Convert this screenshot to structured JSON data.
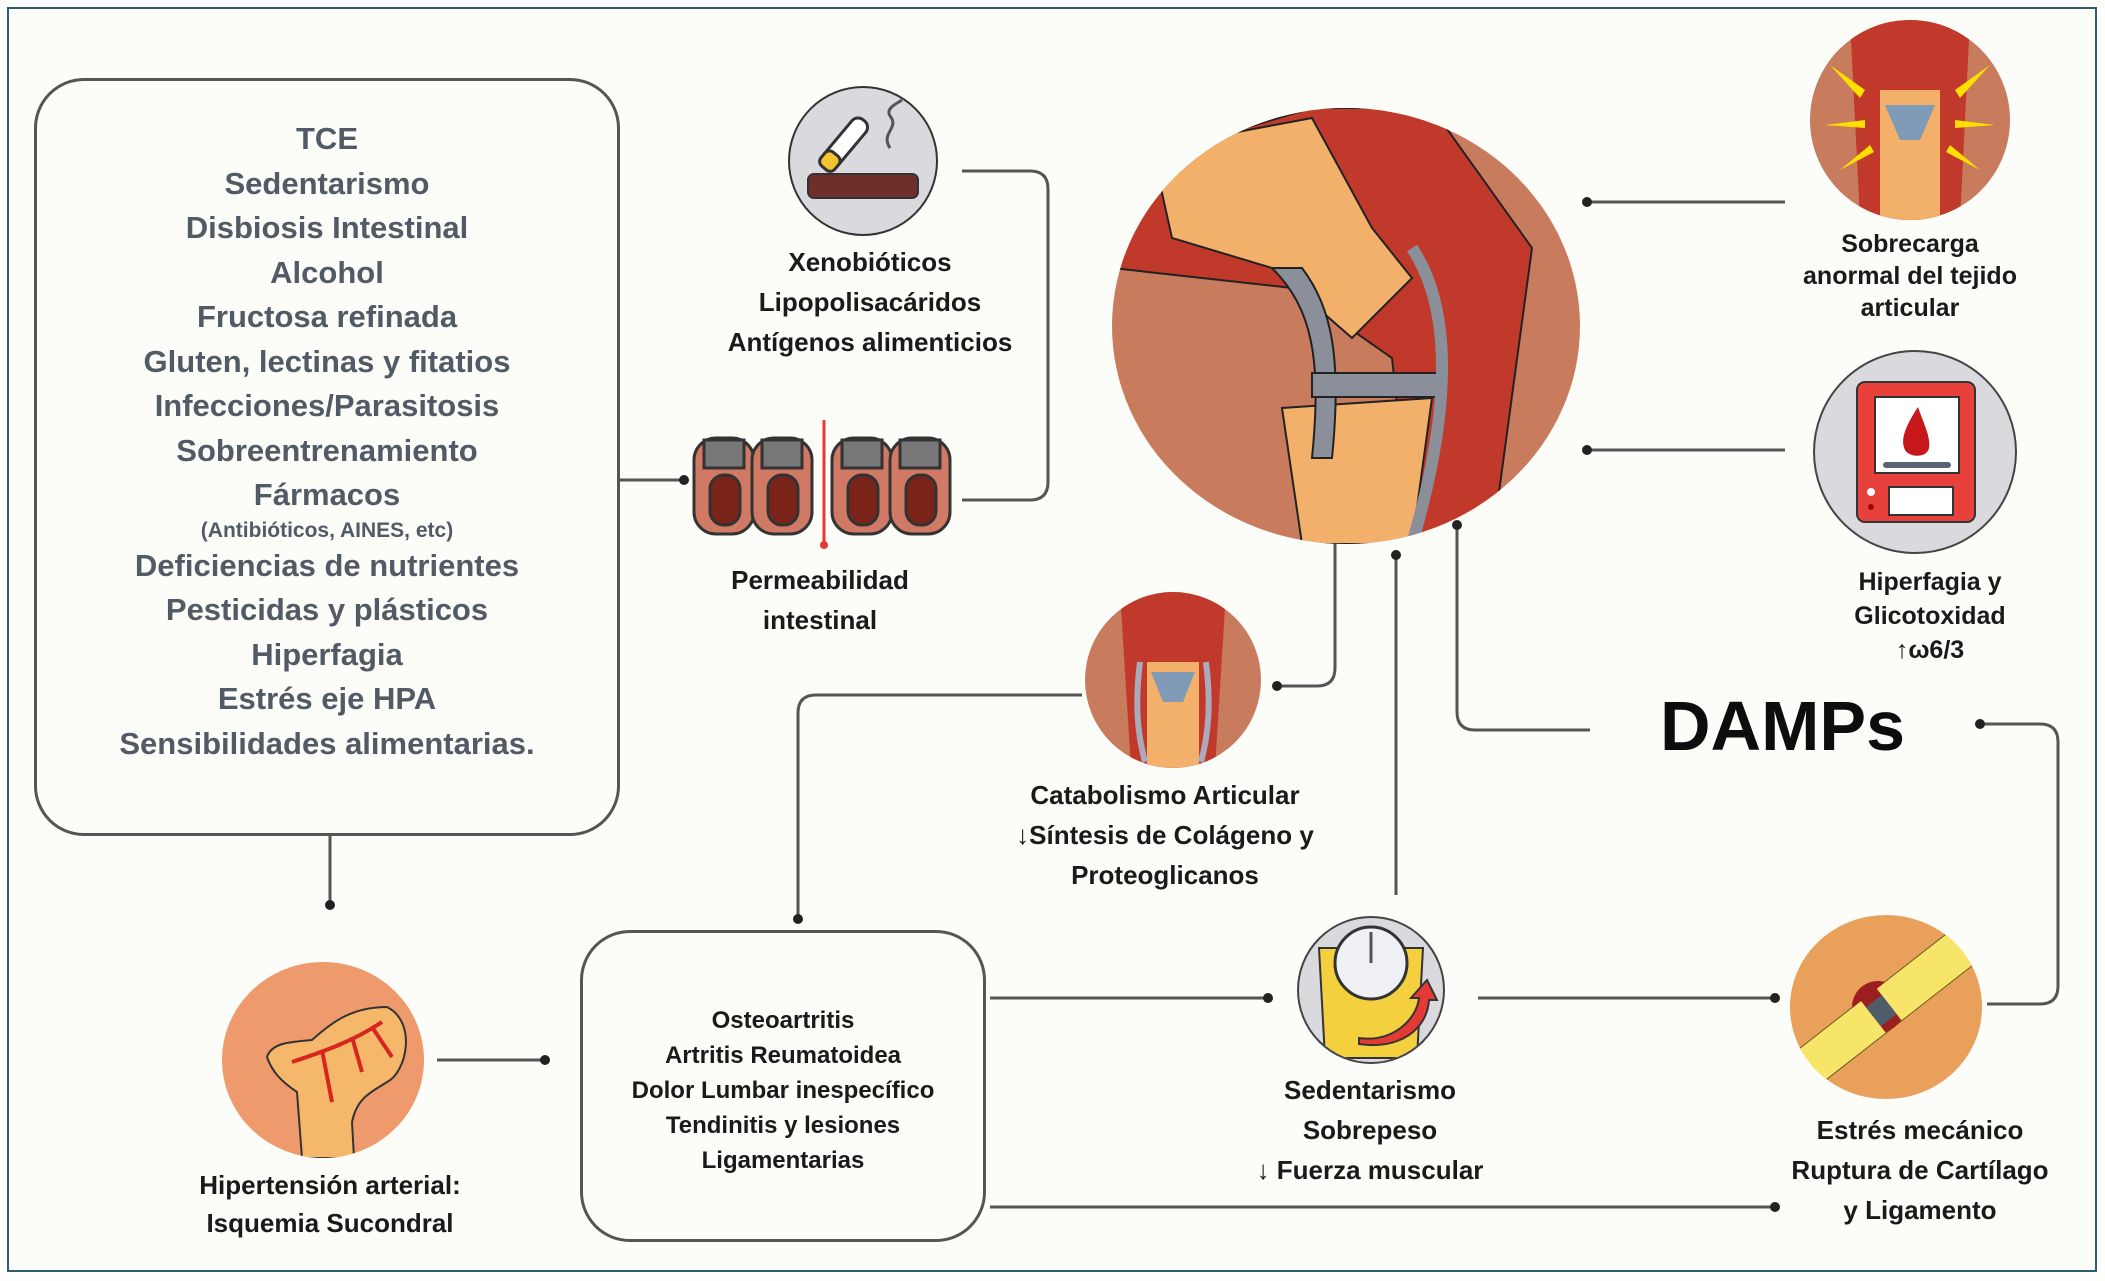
{
  "diagram": {
    "risk_factors": [
      "TCE",
      "Sedentarismo",
      "Disbiosis Intestinal",
      "Alcohol",
      "Fructosa refinada",
      "Gluten, lectinas y fitatios",
      "Infecciones/Parasitosis",
      "Sobreentrenamiento",
      "Fármacos",
      "(Antibióticos, AINES, etc)",
      "Deficiencias de nutrientes",
      "Pesticidas y plásticos",
      "Hiperfagia",
      "Estrés eje HPA",
      "Sensibilidades alimentarias."
    ],
    "xenobiotics": {
      "icon": "ashtray-cigarette-icon",
      "lines": [
        "Xenobióticos",
        "Lipopolisacáridos",
        "Antígenos alimenticios"
      ]
    },
    "permeability": {
      "icon": "intestinal-cells-icon",
      "lines": [
        "Permeabilidad",
        "intestinal"
      ]
    },
    "central_image": {
      "icon": "knee-joint-illustration"
    },
    "overload": {
      "icon": "knee-overload-icon",
      "lines": [
        "Sobrecarga",
        "anormal del tejido",
        "articular"
      ]
    },
    "hyperphagia": {
      "icon": "oven-blood-drop-icon",
      "lines": [
        "Hiperfagia y",
        "Glicotoxidad",
        "↑ω6/3"
      ]
    },
    "damps": {
      "label": "DAMPs"
    },
    "catabolism": {
      "icon": "knee-front-icon",
      "lines": [
        "Catabolismo Articular",
        "↓Síntesis de Colágeno y",
        "Proteoglicanos"
      ]
    },
    "hypertension": {
      "icon": "femur-ischemia-icon",
      "lines": [
        "Hipertensión arterial:",
        "Isquemia Sucondral"
      ]
    },
    "diseases": [
      "Osteoartritis",
      "Artritis Reumatoidea",
      "Dolor Lumbar inespecífico",
      "Tendinitis y lesiones",
      "Ligamentarias"
    ],
    "sedentary": {
      "icon": "scale-weight-gain-icon",
      "lines": [
        "Sedentarismo",
        "Sobrepeso",
        "↓ Fuerza muscular"
      ]
    },
    "mechanical": {
      "icon": "ligament-rupture-icon",
      "lines": [
        "Estrés mecánico",
        "Ruptura de Cartílago",
        "y Ligamento"
      ]
    }
  },
  "colors": {
    "frame_border": "#2e5d6b",
    "factor_text": "#525a66",
    "connector": "#555555",
    "skin": "#c97b5e",
    "muscle": "#c0392b",
    "bone": "#f2b06a",
    "cartilage": "#8a8f99",
    "yellow": "#f4d03f",
    "red_accent": "#e53935"
  }
}
